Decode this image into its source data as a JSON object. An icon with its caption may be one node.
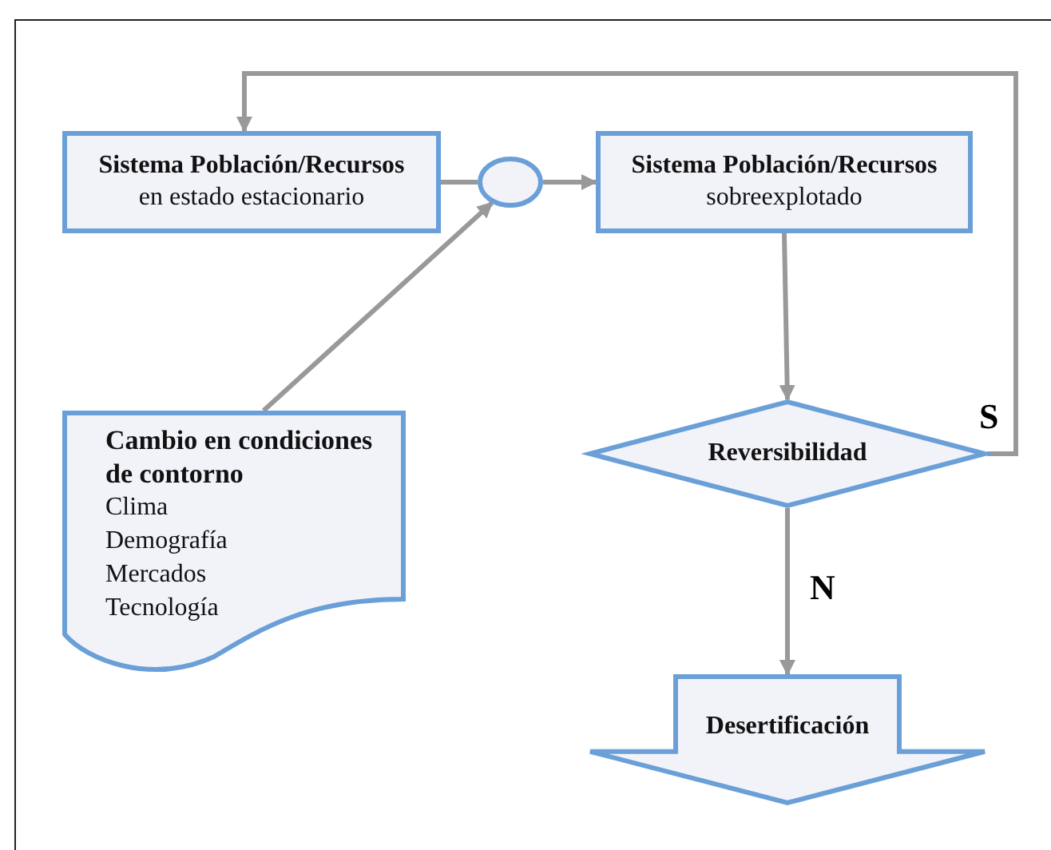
{
  "diagram": {
    "nodes": [
      {
        "text": [
          "Sistema Población/Recursos",
          "en estado estacionario"
        ]
      },
      {
        "text": [],
        "shape": "circle"
      },
      {
        "text": [
          "Sistema Población/Recursos",
          "sobreexplotado"
        ]
      },
      {
        "text": [
          "Cambio en condiciones de contorno",
          "Clima",
          "Demografía",
          "Mercados",
          "Tecnología"
        ]
      },
      {
        "text": [
          "Reversibilidad"
        ]
      },
      {
        "text": [
          "Desertificación"
        ]
      }
    ],
    "edges": [
      {
        "from": 0,
        "to": 1,
        "arrow": "none"
      },
      {
        "from": 1,
        "to": 2,
        "arrow": "to"
      },
      {
        "from": 3,
        "to": 1,
        "arrow": "to"
      },
      {
        "from": 2,
        "to": 4,
        "arrow": "to"
      },
      {
        "from": 4,
        "to": 0,
        "arrow": "to",
        "label": "S"
      },
      {
        "from": 4,
        "to": 5,
        "arrow": "to",
        "label": "N"
      }
    ]
  }
}
